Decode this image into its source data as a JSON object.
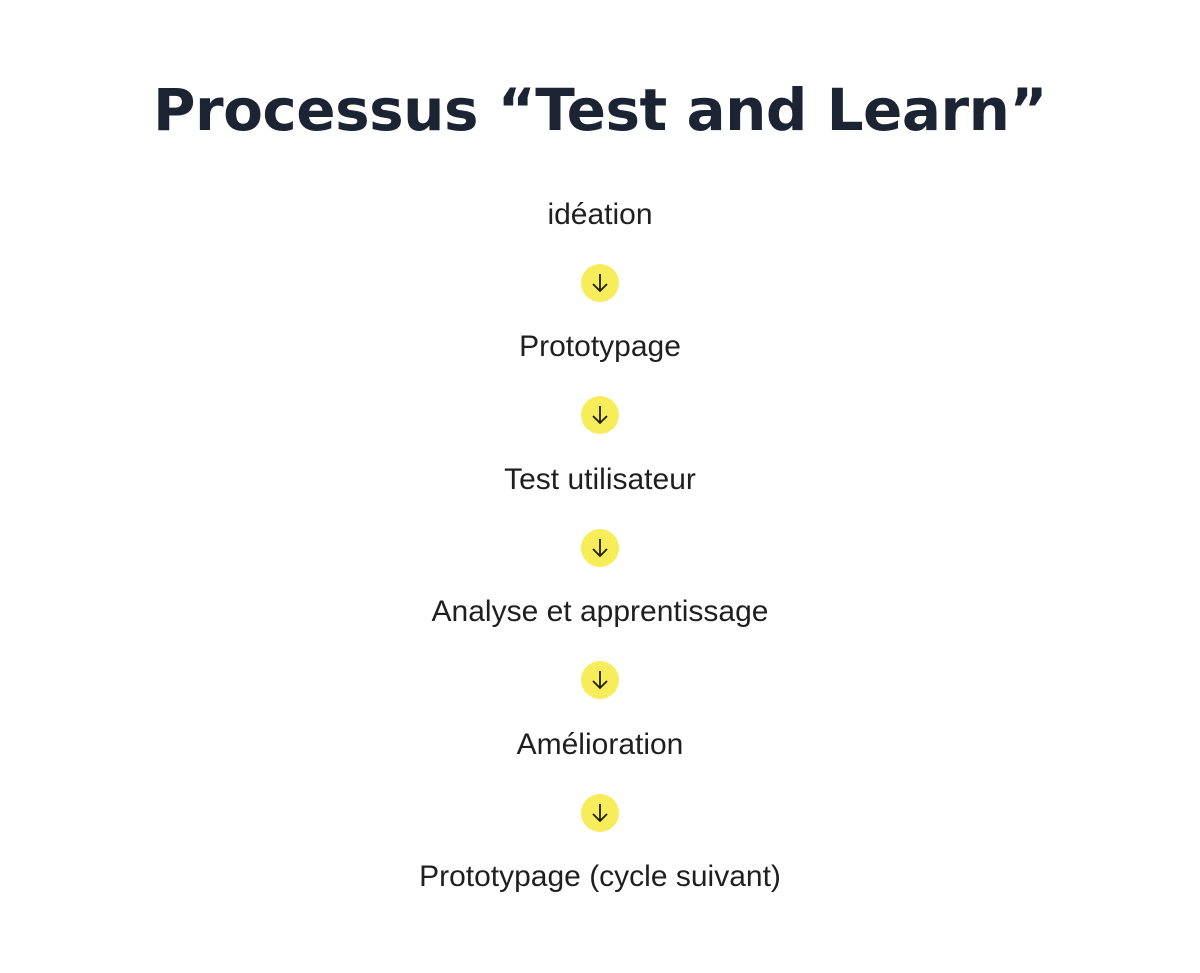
{
  "title": "Processus “Test and Learn”",
  "colors": {
    "title": "#1c2333",
    "text": "#1f1f1f",
    "arrow_bg": "#f7ec5a",
    "background": "#ffffff"
  },
  "steps": [
    {
      "label": "idéation"
    },
    {
      "label": "Prototypage"
    },
    {
      "label": "Test utilisateur"
    },
    {
      "label": "Analyse et apprentissage"
    },
    {
      "label": "Amélioration"
    },
    {
      "label": "Prototypage (cycle suivant)"
    }
  ],
  "connector_icon": "arrow-down-icon"
}
